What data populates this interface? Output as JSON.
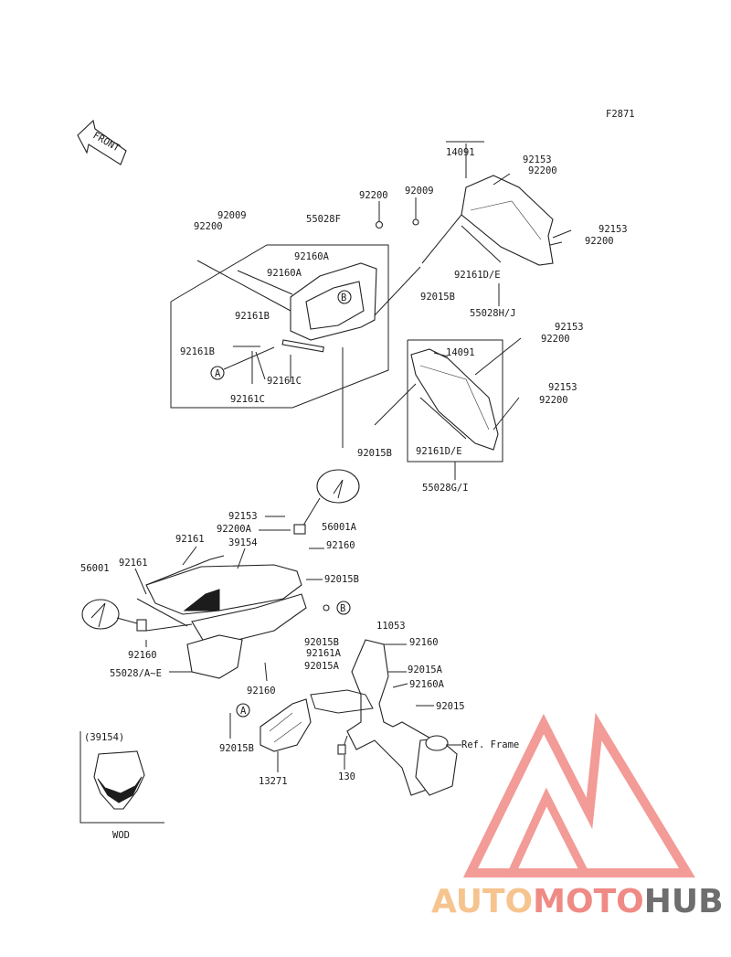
{
  "diagram": {
    "figure_code": "F2871",
    "front_label": "FRONT",
    "callout_a": "A",
    "callout_b": "B",
    "variant_box_part": "(39154)",
    "variant_box_note": "WOD",
    "ref_frame": "Ref. Frame",
    "labels": {
      "p14091_top": "14091",
      "p92153_a": "92153",
      "p92200_a": "92200",
      "p92153_b": "92153",
      "p92200_b": "92200",
      "p92200_c": "92200",
      "p92009_a": "92009",
      "p92009_b": "92009",
      "p92200_d": "92200",
      "p55028f": "55028F",
      "p92160a_1": "92160A",
      "p92160a_2": "92160A",
      "p92015b_1": "92015B",
      "p92161de_1": "92161D/E",
      "p55028hj": "55028H/J",
      "p92161b_1": "92161B",
      "p92161b_2": "92161B",
      "p92161c_1": "92161C",
      "p92161c_2": "92161C",
      "p92153_c": "92153",
      "p92200_e": "92200",
      "p14091_mid": "14091",
      "p92153_d": "92153",
      "p92200_f": "92200",
      "p92015b_2": "92015B",
      "p92161de_2": "92161D/E",
      "p55028gi": "55028G/I",
      "p92153_e": "92153",
      "p92200a": "92200A",
      "p56001a": "56001A",
      "p92161_a": "92161",
      "p39154": "39154",
      "p92160_a": "92160",
      "p56001": "56001",
      "p92161_b": "92161",
      "p92015b_3": "92015B",
      "p92015b_4": "92015B",
      "p92161a": "92161A",
      "p11053": "11053",
      "p92160_b": "92160",
      "p92015a_1": "92015A",
      "p92015a_2": "92015A",
      "p92160a_3": "92160A",
      "p92160_c": "92160",
      "p55028ae": "55028/A~E",
      "p92160_d": "92160",
      "p92015": "92015",
      "p92015b_5": "92015B",
      "p13271": "13271",
      "p130": "130"
    }
  },
  "watermark": {
    "part1": "AUTO",
    "part2": "MOTO",
    "part3": "HUB",
    "color_light": "#f6c48f",
    "color_main": "#ef8a84",
    "color_dark": "#6e6e6e"
  }
}
